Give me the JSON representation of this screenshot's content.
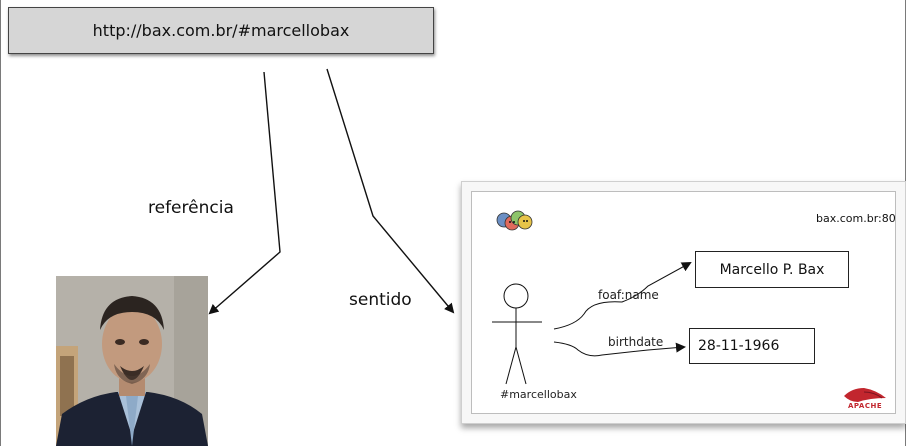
{
  "url_box": {
    "text": "http://bax.com.br/#marcellobax"
  },
  "labels": {
    "referencia": "referência",
    "sentido": "sentido"
  },
  "card": {
    "host": "bax.com.br:80",
    "node_name": "Marcello P. Bax",
    "node_birthdate": "28-11-1966",
    "prop_name": "foaf:name",
    "prop_birthdate": "birthdate",
    "actor_label": "#marcellobax",
    "logo_text": "APACHE"
  }
}
